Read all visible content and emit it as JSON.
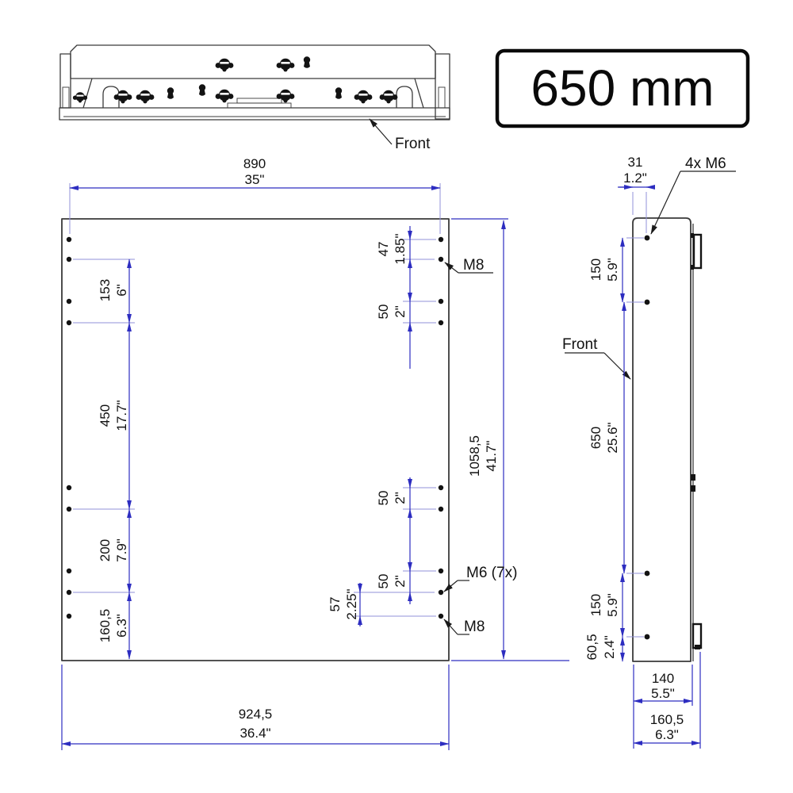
{
  "colors": {
    "dimension_blue": "#2d2dc0",
    "extension_light_blue": "#9090d8",
    "drawing_black": "#3a3a3a"
  },
  "size_badge": {
    "label": "650 mm"
  },
  "top_view": {
    "front_label": "Front"
  },
  "front_view": {
    "dim_width_top": {
      "mm": "890",
      "in": "35\""
    },
    "dim_width_bottom": {
      "mm": "924,5",
      "in": "36.4\""
    },
    "dim_height": {
      "mm": "1058,5",
      "in": "41.7\""
    },
    "dim_top_gap": {
      "mm": "153",
      "in": "6\""
    },
    "dim_mid_gap": {
      "mm": "450",
      "in": "17.7\""
    },
    "dim_lower_gap": {
      "mm": "200",
      "in": "7.9\""
    },
    "dim_bottom_gap": {
      "mm": "160,5",
      "in": "6.3\""
    },
    "dim_right_top": {
      "mm": "47",
      "in": "1.85\""
    },
    "dim_hole_pitch": {
      "mm": "50",
      "in": "2\""
    },
    "dim_m8_offset": {
      "mm": "57",
      "in": "2.25\""
    },
    "label_m8_top": "M8",
    "label_m6": "M6 (7x)",
    "label_m8_bottom": "M8"
  },
  "side_view": {
    "dim_hole_inset": {
      "mm": "31",
      "in": "1.2\""
    },
    "label_4x_m6": "4x M6",
    "front_label": "Front",
    "dim_top_pitch": {
      "mm": "150",
      "in": "5.9\""
    },
    "dim_vesa_height": {
      "mm": "650",
      "in": "25.6\""
    },
    "dim_bottom_pitch": {
      "mm": "150",
      "in": "5.9\""
    },
    "dim_bottom_offset": {
      "mm": "60,5",
      "in": "2.4\""
    },
    "dim_depth": {
      "mm": "140",
      "in": "5.5\""
    },
    "dim_total_depth": {
      "mm": "160,5",
      "in": "6.3\""
    }
  }
}
